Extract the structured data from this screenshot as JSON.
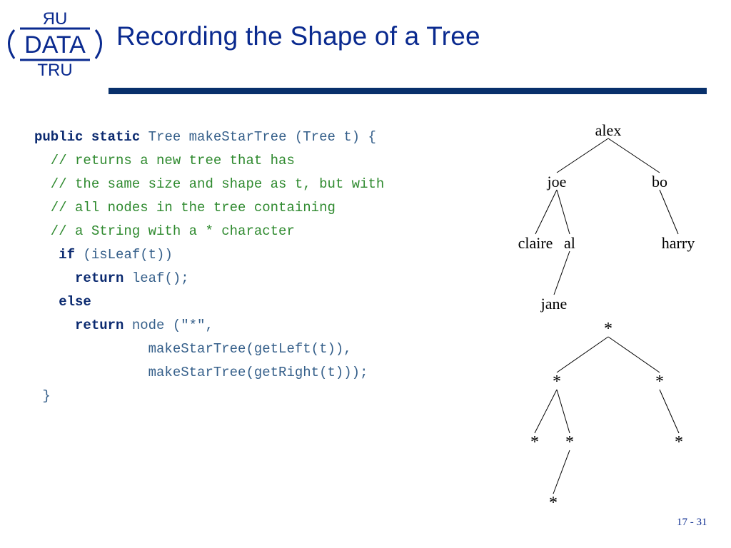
{
  "slide": {
    "title": "Recording the Shape of a Tree",
    "page_number": "17 - 31",
    "logo": {
      "words": [
        "ЯU",
        "DATA",
        "TRU"
      ]
    },
    "accent_color": "#0a2a8f",
    "rule_color": "#08306b"
  },
  "code": {
    "lines": [
      [
        {
          "t": "public static",
          "c": "kw"
        },
        {
          "t": " Tree makeStarTree (Tree t) {",
          "c": ""
        }
      ],
      [
        {
          "t": "  // returns a new tree that has",
          "c": "cm"
        }
      ],
      [
        {
          "t": "  // the same size and shape as t, but with",
          "c": "cm"
        }
      ],
      [
        {
          "t": "  // all nodes in the tree containing",
          "c": "cm"
        }
      ],
      [
        {
          "t": "  // a String with a * character",
          "c": "cm"
        }
      ],
      [
        {
          "t": "   ",
          "c": ""
        },
        {
          "t": "if",
          "c": "kw"
        },
        {
          "t": " (isLeaf(t))",
          "c": ""
        }
      ],
      [
        {
          "t": "     ",
          "c": ""
        },
        {
          "t": "return",
          "c": "kw"
        },
        {
          "t": " leaf();",
          "c": ""
        }
      ],
      [
        {
          "t": "   ",
          "c": ""
        },
        {
          "t": "else",
          "c": "kw"
        }
      ],
      [
        {
          "t": "     ",
          "c": ""
        },
        {
          "t": "return",
          "c": "kw"
        },
        {
          "t": " node (\"*\",",
          "c": ""
        }
      ],
      [
        {
          "t": "              makeStarTree(getLeft(t)),",
          "c": ""
        }
      ],
      [
        {
          "t": "              makeStarTree(getRight(t)));",
          "c": ""
        }
      ],
      [
        {
          "t": " }",
          "c": ""
        }
      ]
    ]
  },
  "trees": [
    {
      "nodes": [
        {
          "id": "alex",
          "label": "alex"
        },
        {
          "id": "joe",
          "label": "joe"
        },
        {
          "id": "bo",
          "label": "bo"
        },
        {
          "id": "claire",
          "label": "claire"
        },
        {
          "id": "al",
          "label": "al"
        },
        {
          "id": "harry",
          "label": "harry"
        },
        {
          "id": "jane",
          "label": "jane"
        }
      ],
      "edges": [
        [
          "alex",
          "joe"
        ],
        [
          "alex",
          "bo"
        ],
        [
          "joe",
          "claire"
        ],
        [
          "joe",
          "al"
        ],
        [
          "bo",
          "harry"
        ],
        [
          "al",
          "jane"
        ]
      ]
    },
    {
      "nodes": [
        {
          "id": "root",
          "label": "*"
        },
        {
          "id": "l",
          "label": "*"
        },
        {
          "id": "r",
          "label": "*"
        },
        {
          "id": "ll",
          "label": "*"
        },
        {
          "id": "lr",
          "label": "*"
        },
        {
          "id": "rr",
          "label": "*"
        },
        {
          "id": "lrl",
          "label": "*"
        }
      ],
      "edges": [
        [
          "root",
          "l"
        ],
        [
          "root",
          "r"
        ],
        [
          "l",
          "ll"
        ],
        [
          "l",
          "lr"
        ],
        [
          "r",
          "rr"
        ],
        [
          "lr",
          "lrl"
        ]
      ]
    }
  ]
}
